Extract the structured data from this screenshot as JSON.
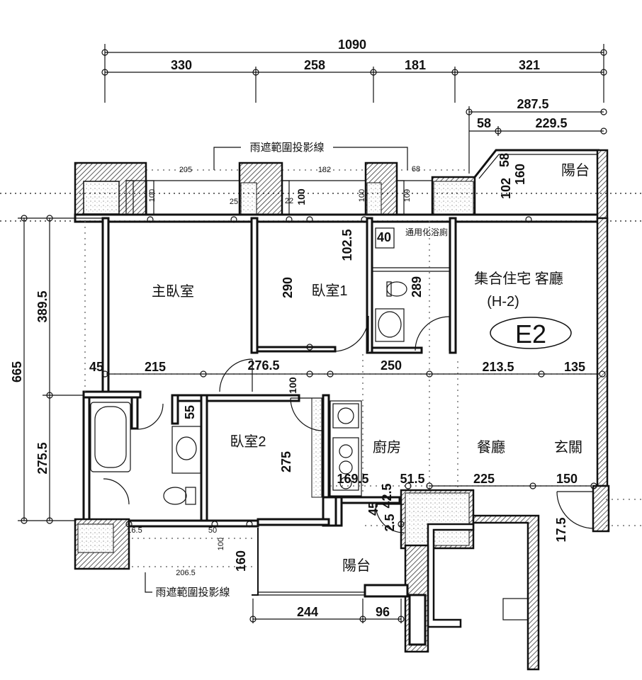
{
  "unit_code": "E2",
  "unit_type": "集合住宅 客廳",
  "unit_subtype": "(H-2)",
  "rooms": {
    "master_bedroom": "主臥室",
    "bedroom1": "臥室1",
    "bedroom2": "臥室2",
    "bath": "通用化浴廁",
    "kitchen": "廚房",
    "dining": "餐廳",
    "entry": "玄關",
    "balcony_top": "陽台",
    "balcony_bottom": "陽台"
  },
  "canopy_label_top": "雨遮範圍投影線",
  "canopy_label_bottom": "雨遮範圍投影線",
  "dims": {
    "total_width": "1090",
    "top_seg": [
      "330",
      "258",
      "181",
      "321"
    ],
    "balcony_w": "287.5",
    "balcony_a": "58",
    "balcony_b": "229.5",
    "balcony_58": "58",
    "balcony_160": "160",
    "balcony_102": "102",
    "left_total": "665",
    "left_upper": "389.5",
    "left_lower": "275.5",
    "mid_row": [
      "45",
      "215",
      "276.5",
      "250",
      "213.5",
      "135"
    ],
    "bed1_h": "290",
    "corridor_100": "100",
    "bath_289": "289",
    "bath_40": "40",
    "bath_1025": "102.5",
    "storage_55": "55",
    "bed2_h": "275",
    "kitchen_row": [
      "169.5",
      "51.5",
      "225",
      "150"
    ],
    "v_425": "42.5",
    "v_45": "45",
    "v_25": "2.5",
    "v_175": "17.5",
    "bottom": [
      "244",
      "96"
    ],
    "small_205": "205",
    "small_182": "182",
    "small_68": "68",
    "small_100": "100",
    "small_100b": "100",
    "small_100c": "100",
    "small_109": "109",
    "small_25": "25",
    "small_22": "22",
    "small_165": "16.5",
    "small_50": "50",
    "small_100d": "100",
    "small_2065": "206.5",
    "small_160": "160"
  }
}
